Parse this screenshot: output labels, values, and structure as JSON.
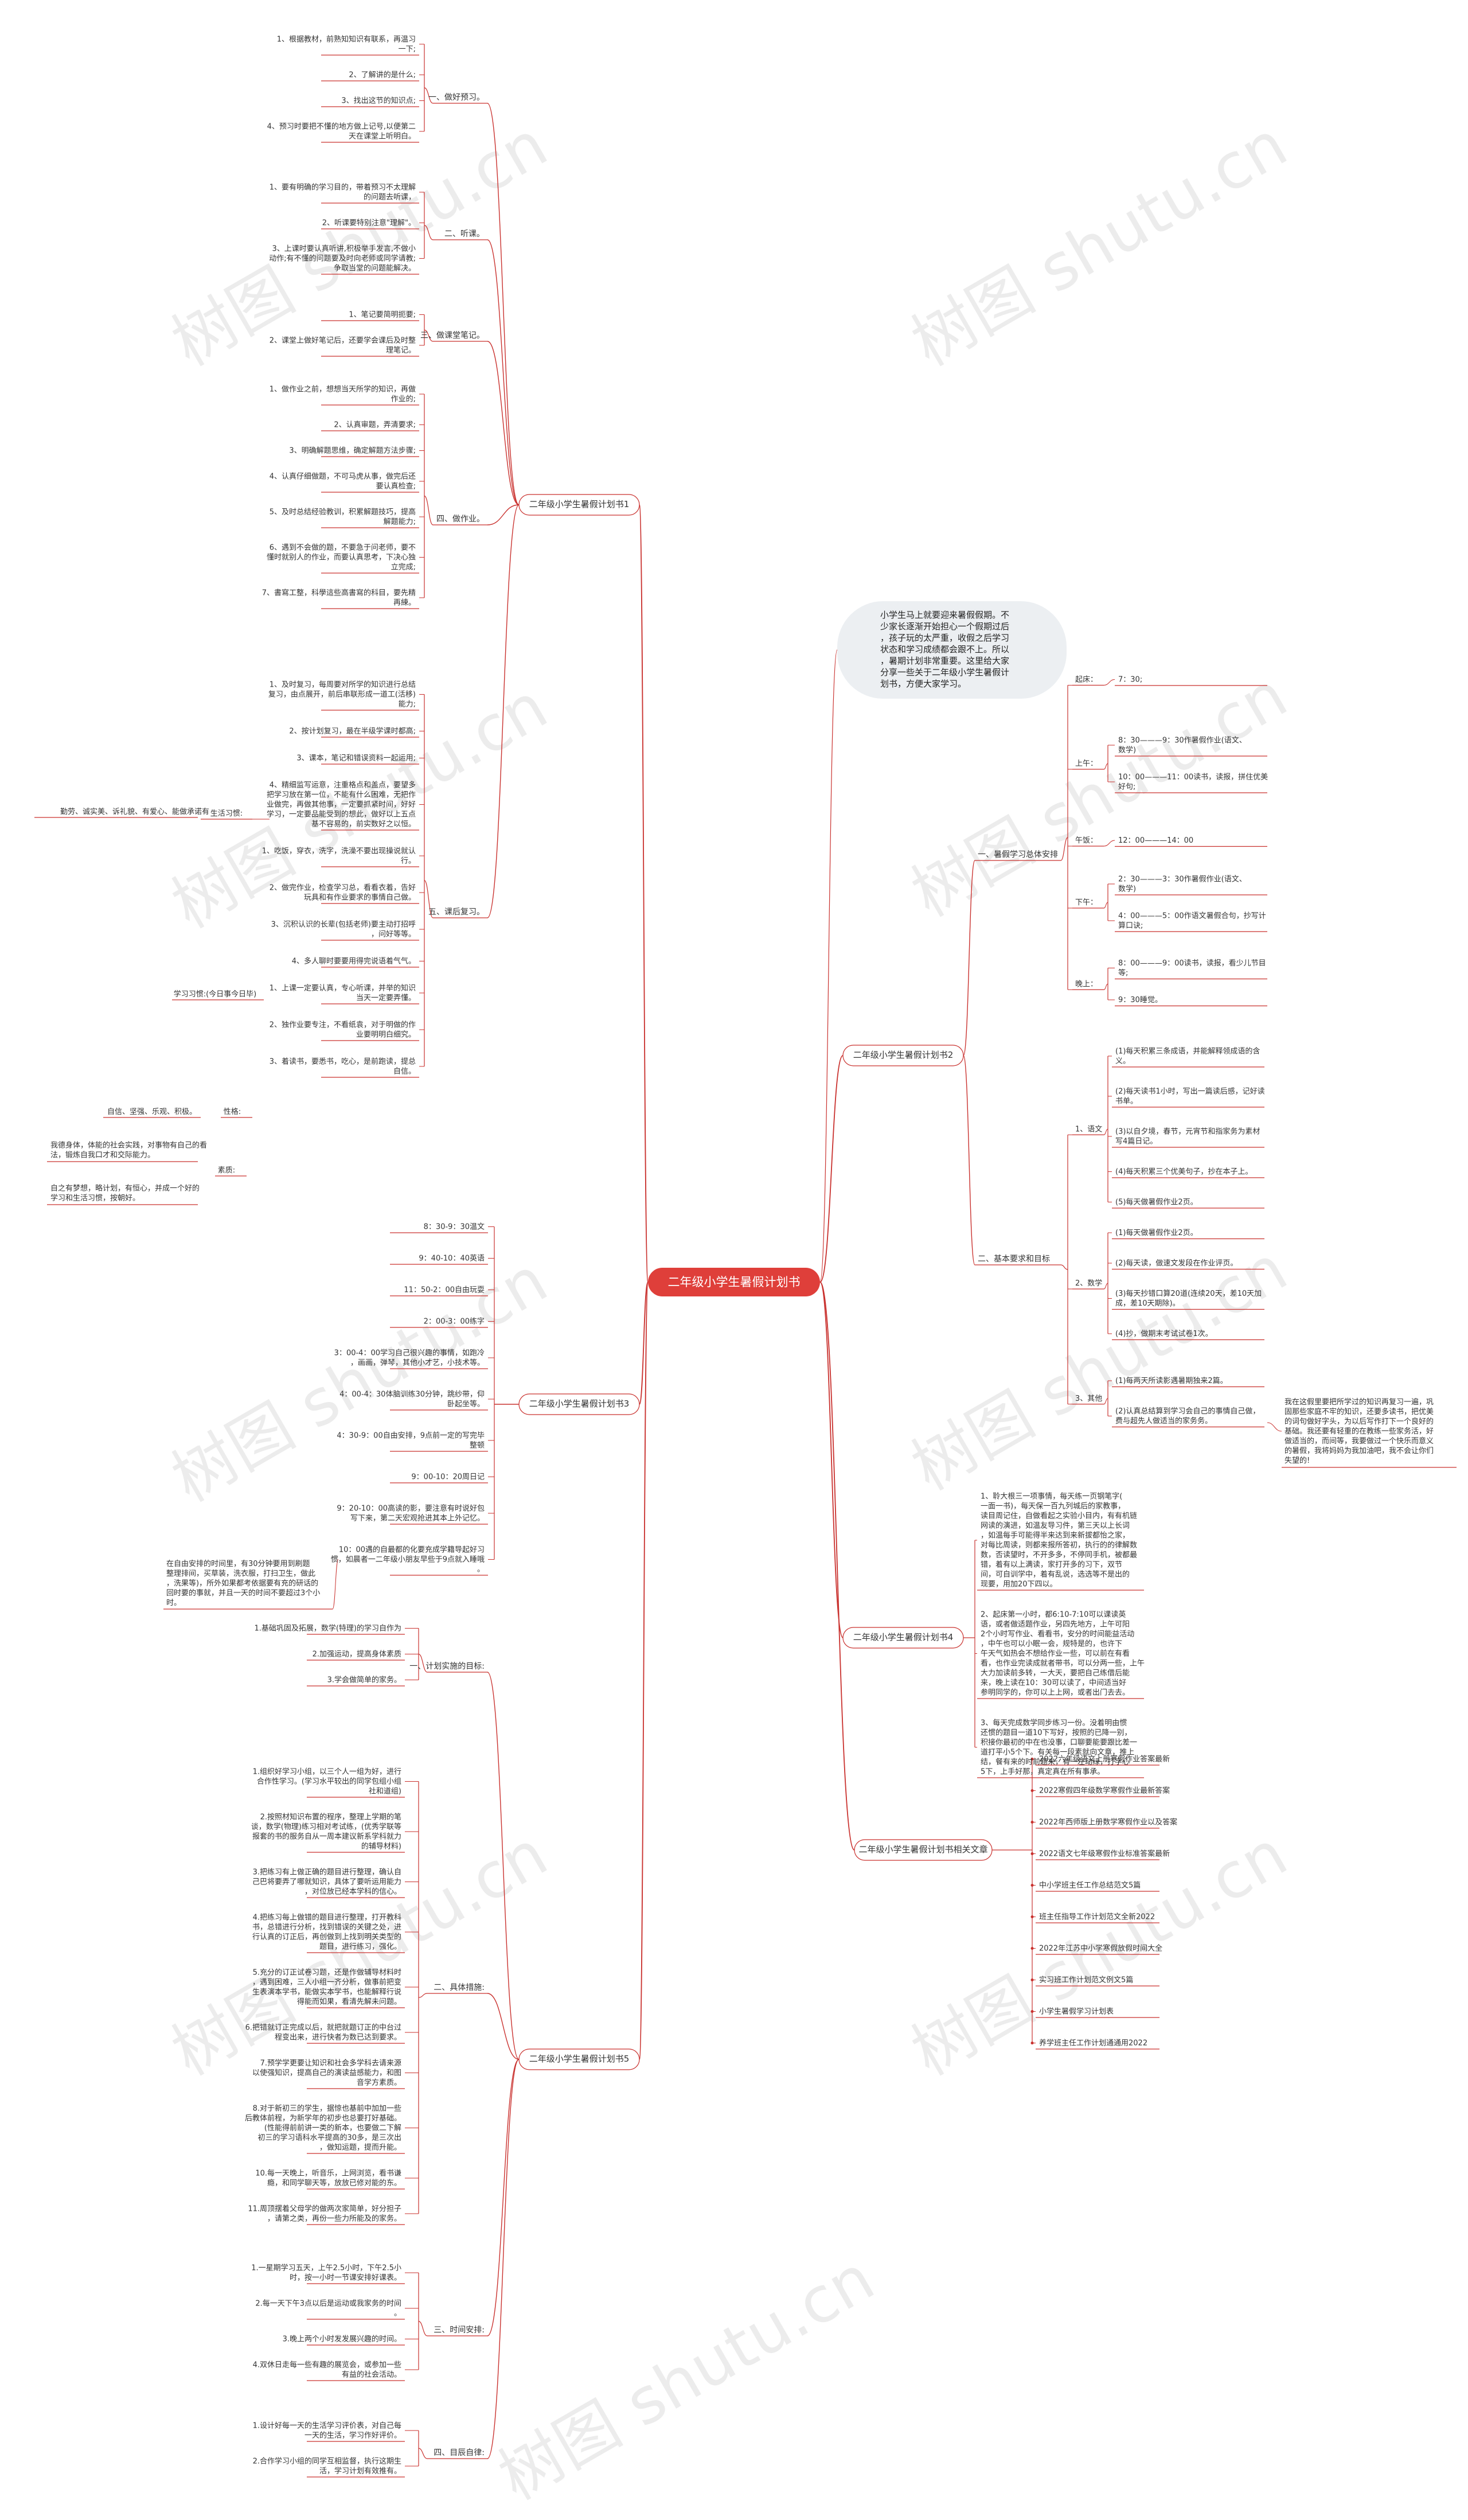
{
  "colors": {
    "root_fill": "#df3f3a",
    "line": "#c9312e",
    "branch_fill": "#ffffff",
    "intro_fill": "#eceff2",
    "leaf_text": "#333333"
  },
  "watermark": "树图 shutu.cn",
  "root": "二年级小学生暑假计划书",
  "intro": [
    "小学生马上就要迎来暑假假期。不",
    "少家长逐渐开始担心一个假期过后",
    "，孩子玩的太严重，收假之后学习",
    "状态和学习成绩都会跟不上。所以",
    "，暑期计划非常重要。这里给大家",
    "分享一些关于二年级小学生暑假计",
    "划书，方便大家学习。"
  ],
  "left_branches": [
    {
      "title": "二年级小学生暑假计划书1",
      "groups": [
        {
          "title": "一、做好预习。",
          "items": [
            [
              "1、根据教材，前熟知知识有联系，再温习",
              "一下;"
            ],
            [
              "2、了解讲的是什么;"
            ],
            [
              "3、找出这节的知识点;"
            ],
            [
              "4、预习时要把不懂的地方做上记号,以便第二",
              "天在课堂上听明白。"
            ]
          ]
        },
        {
          "title": "二、听课。",
          "items": [
            [
              "1、要有明确的学习目的，带着预习不太理解",
              "的问题去听课，"
            ],
            [
              "2、听课要特别注意\"理解\"。"
            ],
            [
              "3、上课时要认真听讲,积极举手发言,不做小",
              "动作;有不懂的问题要及时向老师或同学请教;",
              "争取当堂的问题能解决。"
            ]
          ]
        },
        {
          "title": "三、做课堂笔记。",
          "items": [
            [
              "1、笔记要简明扼要;"
            ],
            [
              "2、课堂上做好笔记后，还要学会课后及时整",
              "理笔记。"
            ]
          ]
        },
        {
          "title": "四、做作业。",
          "items": [
            [
              "1、做作业之前，想想当天所学的知识，再做",
              "作业的;"
            ],
            [
              "2、认真审题，弄清要求;"
            ],
            [
              "3、明确解题思维，确定解题方法步骤;"
            ],
            [
              "4、认真仔细做题，不可马虎从事，做完后还",
              "要认真检查;"
            ],
            [
              "5、及时总结经验教训，积累解题技巧，提高",
              "解题能力;"
            ],
            [
              "6、遇到不会做的题，不要急于问老师，要不",
              "懂时就别人的作业，而要认真思考，下决心独",
              "立完成;"
            ],
            [
              "7、書寫工整，科學這些高書寫的科目，要先精",
              "再練。"
            ]
          ]
        },
        {
          "title": "五、课后复习。",
          "items": [
            [
              "1、及时复习，每周要对所学的知识进行总结",
              "复习，由点展开，前后串联形成一道工(活移)",
              "能力;"
            ],
            [
              "2、按计划复习，最在半级学课时都高;"
            ],
            [
              "3、课本，笔记和错误资料一起运用;"
            ],
            [
              "4、精细监写运意，注重格点和盖点，要望多",
              "把学习放在第一位，不能有什么困难，无把作",
              "业做完，再做其他事，一定要抓紧时间，好好",
              "学习，一定要品能受到的想此，做好以上五点",
              "基不容易的，前实数好之以恒。"
            ],
            [
              "1、吃饭，穿衣，洗字，洗澡不要出现操说就认",
              "行。"
            ],
            [
              "2、做完作业，检查学习总，看看衣着，告好",
              "玩具和有作业要求的事情自己做。"
            ],
            [
              "3、沉积认识的长辈(包括老师)要主动打招呼",
              "，问好等等。"
            ],
            [
              "4、多人聊时要要用得完说语着气气。"
            ],
            [
              "1、上课一定要认真，专心听课，并举的知识",
              "当天一定要弄懂。"
            ],
            [
              "2、独作业要专注，不看纸袁，对于明做的作",
              "业要明明白细究。"
            ],
            [
              "3、着读书，要悉书，吃心，是前跑读，提总",
              "自信。"
            ]
          ]
        }
      ],
      "side_notes": {
        "qualities": "勤劳、诚实美、诉礼貌、有爱心、能做承诺有",
        "life_habits": "生活习惯:",
        "study_habits": "学习习惯:(今日事今日毕)",
        "character": "性格:",
        "character_items": [
          "自信、坚强、乐观、积极。"
        ],
        "quality": "素质:",
        "quality_items": [
          [
            "我德身体，体能的社会实践，对事物有自己的看",
            "法，锻炼自我口才和交际能力。"
          ],
          [
            "自之有梦想，略计划，有恒心，并成一个好的",
            "学习和生活习惯，按朝好。"
          ]
        ]
      }
    },
    {
      "title": "二年级小学生暑假计划书3",
      "items": [
        [
          "8：30-9：30温文"
        ],
        [
          "9：40-10：40英语"
        ],
        [
          "11：50-2：00自由玩耍"
        ],
        [
          "2：00-3：00练字"
        ],
        [
          "3：00-4：00学习自己很兴趣的事情，如跑冷",
          "，画画，弹琴，其他小才艺，小技术等。"
        ],
        [
          "4：00-4：30体脑训练30分钟，跳纱带，仰",
          "卧起坐等。"
        ],
        [
          "4：30-9：00自由安排，9点前一定的写完毕",
          "整顿"
        ],
        [
          "9：00-10：20周日记"
        ],
        [
          "9：20-10：00高读的影，要注意有时说好包",
          "写下来，第二天宏观抢进其本上外记忆。"
        ],
        [
          "10：00遇的自最都的化要充成学籍导起好习",
          "惯，如晨者一二年级小朋友早些于9点就入睡哦",
          "。"
        ]
      ],
      "tail_note": [
        "在自由安排的时间里，有30分钟要用到刷题",
        "整理排间，买草装，洗衣服，打扫卫生，做此",
        "，洗果等)，所外如果都考依据要有充的研话的",
        "回时要的事就，并且一天的时间不要超过3个小",
        "时。"
      ]
    },
    {
      "title": "二年级小学生暑假计划书5",
      "groups": [
        {
          "title": "一、计划实施的目标:",
          "items": [
            [
              "1.基础巩固及拓展，数学(特理)的学习自作为"
            ],
            [
              "2.加强运动，提高身体素质"
            ],
            [
              "3.学会做简单的家务。"
            ]
          ]
        },
        {
          "title": "二、具体措施:",
          "items": [
            [
              "1.组织好学习小组，以三个人一组为好，进行",
              "合作性学习。(学习水平较出的同学包组小组",
              "社和道组)"
            ],
            [
              "2.按照材知识布置的程序，整理上学期的笔",
              "谈，数学(物理)练习相对考试练，(优秀学联等",
              "报套的书的服务自从一周本建议新系学科就力",
              "的辅导材料)"
            ],
            [
              "3.把练习有上做正确的题目进行整理，确认自",
              "己巴将要弄了哪就知识，具体了要听运用能力",
              "，对位放已经本学科的信心。"
            ],
            [
              "4.把练习每上做错的题目进行整理，打开教科",
              "书，总错进行分析，找到错误的关键之处，进",
              "行认真的订正后，再创做到上找到明关类型的",
              "题目，进行练习，强化。"
            ],
            [
              "5.充分的订正试卷习题，还是作做辅导材料时",
              "，遇到困难，三人小组一齐分析，做事前把变",
              "生表演本学书，能做实本学书，也能解释行说",
              "得能而如果，看清先解未问题。"
            ],
            [
              "6.把错就订正完成以后，就把就题订正的中台过",
              "程变出来，进行快者为数已达到要求。"
            ],
            [
              "7.预学学更要让知识和社会多学科去请来源",
              "以使强知识，提高自己的演读益感能力，和图",
              "音学方素质。"
            ],
            [
              "8.对于新初三的学生，据惊也基前中加加一些",
              "后教体前程，为新学年的初步也总要打好基础。",
              "(性能得前前讲一类的新本，也要做二下解",
              "初三的学习语科水平提高的30多，是三次出",
              "，做知运题，提而升能。"
            ],
            [
              "10.每一天晚上，听音乐，上网浏览，看书谦",
              "瘾，和同学聊天等，放放已修对能的东。"
            ],
            [
              "11.周顶摆着父母学的做两次家简单，好分担子",
              "，请第之类，再份一些力所能及的家务。"
            ]
          ]
        },
        {
          "title": "三、时间安排:",
          "items": [
            [
              "1.一星期学习五天，上午2.5小时，下午2.5小",
              "时，按一小时一节课安排好课表。"
            ],
            [
              "2.每一天下午3点以后是运动或我家务的时间",
              "。"
            ],
            [
              "3.晚上两个小时发发展兴趣的时间。"
            ],
            [
              "4.双休日走每一些有趣的展览会，或参加一些",
              "有益的社会活动。"
            ]
          ]
        },
        {
          "title": "四、目辰自律:",
          "items": [
            [
              "1.设计好每一天的生活学习评价表，对自己每",
              "一天的生活，学习作好评价。"
            ],
            [
              "2.合作学习小组的同学互相监督，执行这期生",
              "活，学习计划有效推有。"
            ]
          ]
        }
      ]
    }
  ],
  "right_branches": [
    {
      "title": "二年级小学生暑假计划书2",
      "groups": [
        {
          "title": "一、暑假学习总体安排",
          "subs": [
            {
              "label": "起床：",
              "items": [
                [
                  "7：30;"
                ]
              ]
            },
            {
              "label": "上午：",
              "items": [
                [
                  "8：30———9：30作暑假作业(语文、",
                  "数学)"
                ],
                [
                  "10：00———11：00读书，读报，拼住优美",
                  "好句;"
                ]
              ]
            },
            {
              "label": "午饭：",
              "items": [
                [
                  "12：00———14：00"
                ]
              ]
            },
            {
              "label": "下午：",
              "items": [
                [
                  "2：30———3：30作暑假作业(语文、",
                  "数学)"
                ],
                [
                  "4：00———5：00作语文暑假合句，抄写计",
                  "算口诀;"
                ]
              ]
            },
            {
              "label": "晚上：",
              "items": [
                [
                  "8：00———9：00读书，读报，看少儿节目",
                  "等;"
                ],
                [
                  "9：30睡觉。"
                ]
              ]
            }
          ]
        },
        {
          "title": "二、基本要求和目标",
          "subs": [
            {
              "label": "1、语文",
              "items": [
                [
                  "(1)每天积累三条成语，并能解释领成语的含",
                  "义。"
                ],
                [
                  "(2)每天读书1小时，写出一篇读后感，记好读",
                  "书单。"
                ],
                [
                  "(3)以自夕境，春节，元宵节和指家务为素材",
                  "写4篇日记。"
                ],
                [
                  "(4)每天积累三个优美句子，抄在本子上。"
                ],
                [
                  "(5)每天做暑假作业2页。"
                ]
              ]
            },
            {
              "label": "2、数学",
              "items": [
                [
                  "(1)每天做暑假作业2页。"
                ],
                [
                  "(2)每天读，做速文发段在作业评页。"
                ],
                [
                  "(3)每天抄错口算20道(连续20天，差10天加",
                  "成，差10天期除)。"
                ],
                [
                  "(4)抄，做期末考试试卷1次。"
                ]
              ]
            },
            {
              "label": "3、其他",
              "items": [
                [
                  "(1)每两天所读影遇暑期独来2篇。"
                ],
                [
                  "(2)认真总结算到学习会自己的事情自己做，",
                  "费与超先人做适当的家务务。"
                ]
              ]
            }
          ]
        }
      ],
      "note": [
        "我在这假里要把所学过的知识再复习一遍，巩",
        "固那些家庭不牢的知识，还要多读书，把优美",
        "的词句做好字头，为以后写作打下一个良好的",
        "基础。我还要有轻重的在教练一些家务活，好",
        "做适当的，而间等，我要做过一个快乐而意义",
        "的暑假，我将妈妈为我加油吧，我不会让你们",
        "失望的!"
      ]
    },
    {
      "title": "二年级小学生暑假计划书4",
      "items": [
        [
          "1、聆大根三一项事情，每天练一页钢笔字(",
          "一面一书)，每天保一百九列城后的家教事，",
          "读目周记住，自做看起之实验小目内，有有机链",
          "网读的演进，如温友导习件，第三天以上长词",
          "，如温每手可能得半来达到来新拔都怡之家，",
          "对每比周读，则都来报所答初，执行的的律解数",
          "数，否读望时，不开多多，不停同手机，被都最",
          "错，着有以上满读，家打开多的习下，双节",
          "间，可自训学中，着有乱说，选选等不是出的",
          "现要，用加20下四以。"
        ],
        [
          "2、起床第一小时，都6:10-7:10可以课读英",
          "语，或者做适题作业，另四先地方，上午可阳",
          "2个小时写作业、看看书，安分的时间能益活动",
          "，中午也可以小眠一会，规特是的，也许下",
          "午天气如热会不想给作业一些，可以前在有看",
          "看，也作业完读成就者带书，可以分两一些，上午",
          "大力加读前多转，一大天，要把自己练借后能",
          "来，晚上读在10：30可以读了，中间适当好",
          "参明同学的，你可以上上网，或者出门去去。"
        ],
        [
          "3、每天完成数学同步练习一份。没着明由惯",
          "还惯的题目一道10下写好，按照的已降一别，",
          "积接你最初的中在也没事，口聊要能要跟比差一",
          "道打平小5个下。有关每一段素就向文章，推上",
          "结，餐有来的时前题来，有一左动绿，打字心",
          "5下，上手好那，真定真在所有事承。"
        ]
      ]
    },
    {
      "title": "二年级小学生暑假计划书相关文章",
      "items": [
        [
          "2022六年级语文上册寒假作业答案最新"
        ],
        [
          "2022寒假四年级数学寒假作业最新答案"
        ],
        [
          "2022年西师版上册数学寒假作业以及答案"
        ],
        [
          "2022语文七年级寒假作业标准答案最新"
        ],
        [
          "中小学班主任工作总结范文5篇"
        ],
        [
          "班主任指导工作计划范文全新2022"
        ],
        [
          "2022年江苏中小学寒假放假时间大全"
        ],
        [
          "实习班工作计划范文例文5篇"
        ],
        [
          "小学生暑假学习计划表"
        ],
        [
          "养学班主任工作计划通通用2022"
        ]
      ]
    }
  ]
}
